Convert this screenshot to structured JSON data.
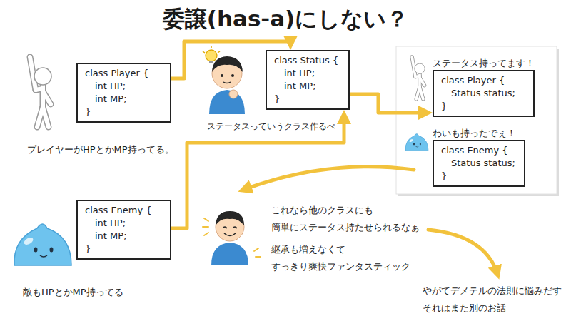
{
  "diagram": {
    "title": "委譲(has-a)にしない？",
    "nodes": [
      {
        "text": [
          "class Player {",
          "int HP;",
          "int MP;",
          "}"
        ]
      },
      {
        "text": [
          "class Enemy {",
          "int HP;",
          "int MP;",
          "}"
        ]
      },
      {
        "text": [
          "class Status {",
          "int HP;",
          "int MP;",
          "}"
        ]
      },
      {
        "text": [
          "ステータス持ってます！",
          "class Player {",
          "Status status;",
          "}"
        ]
      },
      {
        "text": [
          "わいも持ったでぇ！",
          "class Enemy {",
          "Status status;",
          "}"
        ]
      }
    ],
    "edges": [
      {
        "from": 0,
        "to": 2,
        "arrow": "to"
      },
      {
        "from": 1,
        "to": 2,
        "arrow": "to"
      },
      {
        "from": 2,
        "to": 3,
        "arrow": "to"
      }
    ],
    "labels": [
      "プレイヤーがHPとかMP持ってる。",
      "ステータスっていうクラス作るべ",
      "敵もHPとかMP持ってる",
      "これなら他のクラスにも 簡単にステータス持たせられるなぁ",
      "継承も増えなくて すっきり爽快ファンタスティック",
      "やがてデメテルの法則に悩みだす それはまた別のお話"
    ]
  }
}
